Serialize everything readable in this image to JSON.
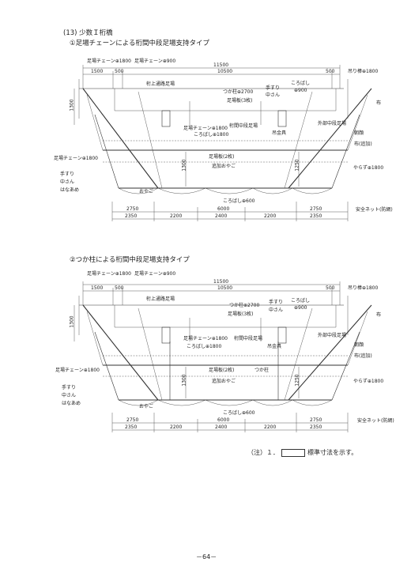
{
  "header": {
    "section": "(13) 少数Ｉ桁橋",
    "fig1_title": "①足場チェーンによる桁間中段足場支持タイプ",
    "fig2_title": "②つか柱による桁間中段足場支持タイプ"
  },
  "fig1": {
    "top_labels": [
      "足場チェーン⊕1800",
      "足場チェーン⊕900"
    ],
    "dims_top": [
      "11500",
      "1500",
      "500",
      "10500",
      "500"
    ],
    "hanger": "吊り棒⊕1800",
    "labels": [
      "桁上通路足場",
      "つか柱⊕2700",
      "手すり",
      "中さん",
      "ころばし",
      "⊕900",
      "足場板(3枚)",
      "足場チェーン⊕1800",
      "桁間中段足場",
      "ころばし⊕1800",
      "吊金具",
      "外部中段足場",
      "朝顔",
      "布(追加)",
      "足場板(2枚)",
      "追加おやご",
      "やらず⊕1800",
      "おやご",
      "ころばし⊕600",
      "安全ネット(防網)",
      "足場チェーン⊕1800",
      "手すり",
      "中さん",
      "はなあめ",
      "布"
    ],
    "dims_v": [
      "1300",
      "1300",
      "1250"
    ],
    "dims_bottom1": [
      "2750",
      "6000",
      "2750"
    ],
    "dims_bottom2": [
      "2350",
      "2200",
      "2400",
      "2200",
      "2350"
    ]
  },
  "fig2": {
    "top_labels": [
      "足場チェーン⊕1800",
      "足場チェーン⊕900"
    ],
    "dims_top": [
      "11500",
      "1500",
      "500",
      "10500",
      "500"
    ],
    "hanger": "吊り棒⊕1800",
    "labels": [
      "桁上通路足場",
      "つか柱⊕2700",
      "手すり",
      "中さん",
      "ころばし",
      "⊕900",
      "足場板(3枚)",
      "足場チェーン⊕1800",
      "ころばし⊕1800",
      "桁間中段足場",
      "吊金具",
      "外部中段足場",
      "朝顔",
      "布(追加)",
      "足場板(2枚)",
      "追加おやご",
      "つか柱",
      "やらず⊕1800",
      "おやご",
      "ころばし⊕600",
      "安全ネット(防網)",
      "足場チェーン⊕1800",
      "手すり",
      "中さん",
      "はなあめ",
      "布"
    ],
    "dims_v": [
      "1300",
      "1300",
      "1250"
    ],
    "dims_bottom1": [
      "2750",
      "6000",
      "2750"
    ],
    "dims_bottom2": [
      "2350",
      "2200",
      "2400",
      "2200",
      "2350"
    ]
  },
  "note": {
    "prefix": "（注）１．",
    "suffix": "標準寸法を示す。"
  },
  "page_number": "－64－"
}
